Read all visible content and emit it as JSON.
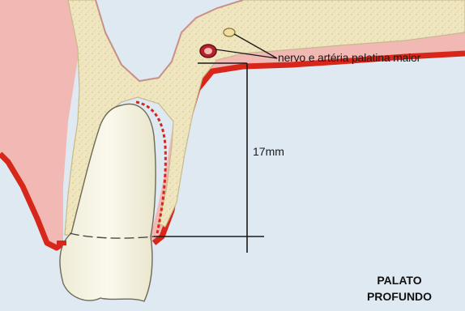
{
  "labels": {
    "nerve": "nervo e artéria palatina maior",
    "measurement": "17mm"
  },
  "title": {
    "line1": "PALATO",
    "line2": "PROFUNDO"
  },
  "colors": {
    "background": "#dfe9f2",
    "gingiva": "#f2b8b3",
    "gingiva_edge": "#d7271b",
    "bone": "#efe6bf",
    "tooth": "#f8f5e6",
    "line": "#1a1a1a"
  }
}
